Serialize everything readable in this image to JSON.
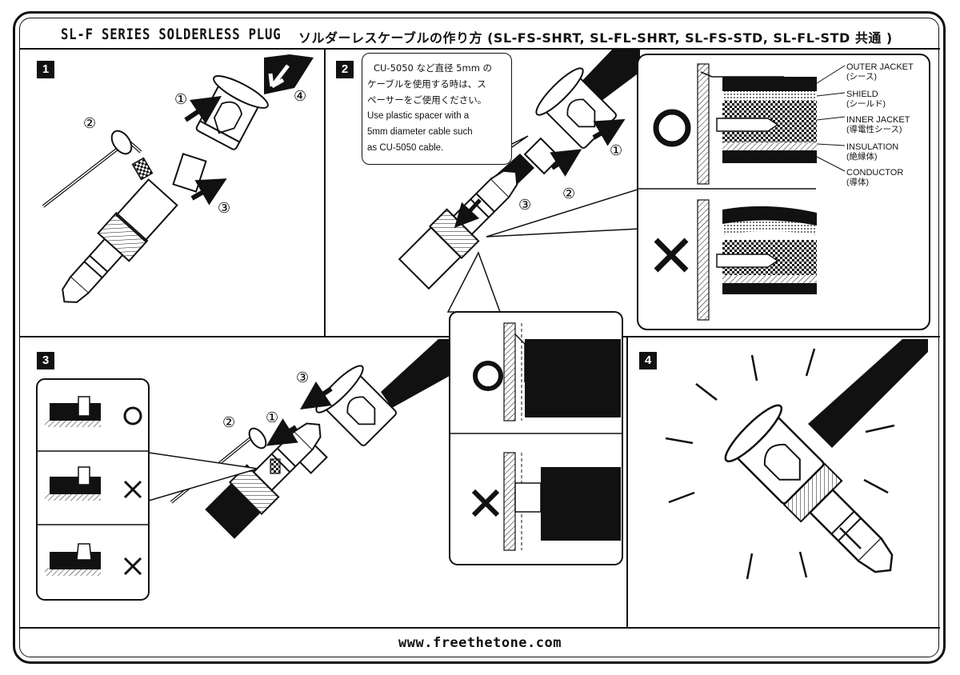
{
  "header": {
    "title": "SL-F SERIES SOLDERLESS PLUG",
    "subtitle": "ソルダーレスケーブルの作り方 (SL-FS-SHRT, SL-FL-SHRT, SL-FS-STD, SL-FL-STD 共通 )"
  },
  "steps": [
    "1",
    "2",
    "3",
    "4"
  ],
  "markers": {
    "one": "①",
    "two": "②",
    "three": "③",
    "four": "④"
  },
  "note": {
    "jp_line1": "CU-5050 など直径 5mm の",
    "jp_line2": "ケーブルを使用する時は、ス",
    "jp_line3": "ペーサーをご使用ください。",
    "en_line1": "Use plastic spacer with  a",
    "en_line2": "5mm diameter cable such",
    "en_line3": "as CU-5050 cable."
  },
  "cable_layers": [
    {
      "en": "OUTER JACKET",
      "jp": "(シース)"
    },
    {
      "en": "SHIELD",
      "jp": "(シールド)"
    },
    {
      "en": "INNER JACKET",
      "jp": "(導電性シース)"
    },
    {
      "en": "INSULATION",
      "jp": "(絶縁体)"
    },
    {
      "en": "CONDUCTOR",
      "jp": "(導体)"
    }
  ],
  "judgement": {
    "ok": "O",
    "ng": "X"
  },
  "footer": {
    "url": "www.freethetone.com"
  }
}
